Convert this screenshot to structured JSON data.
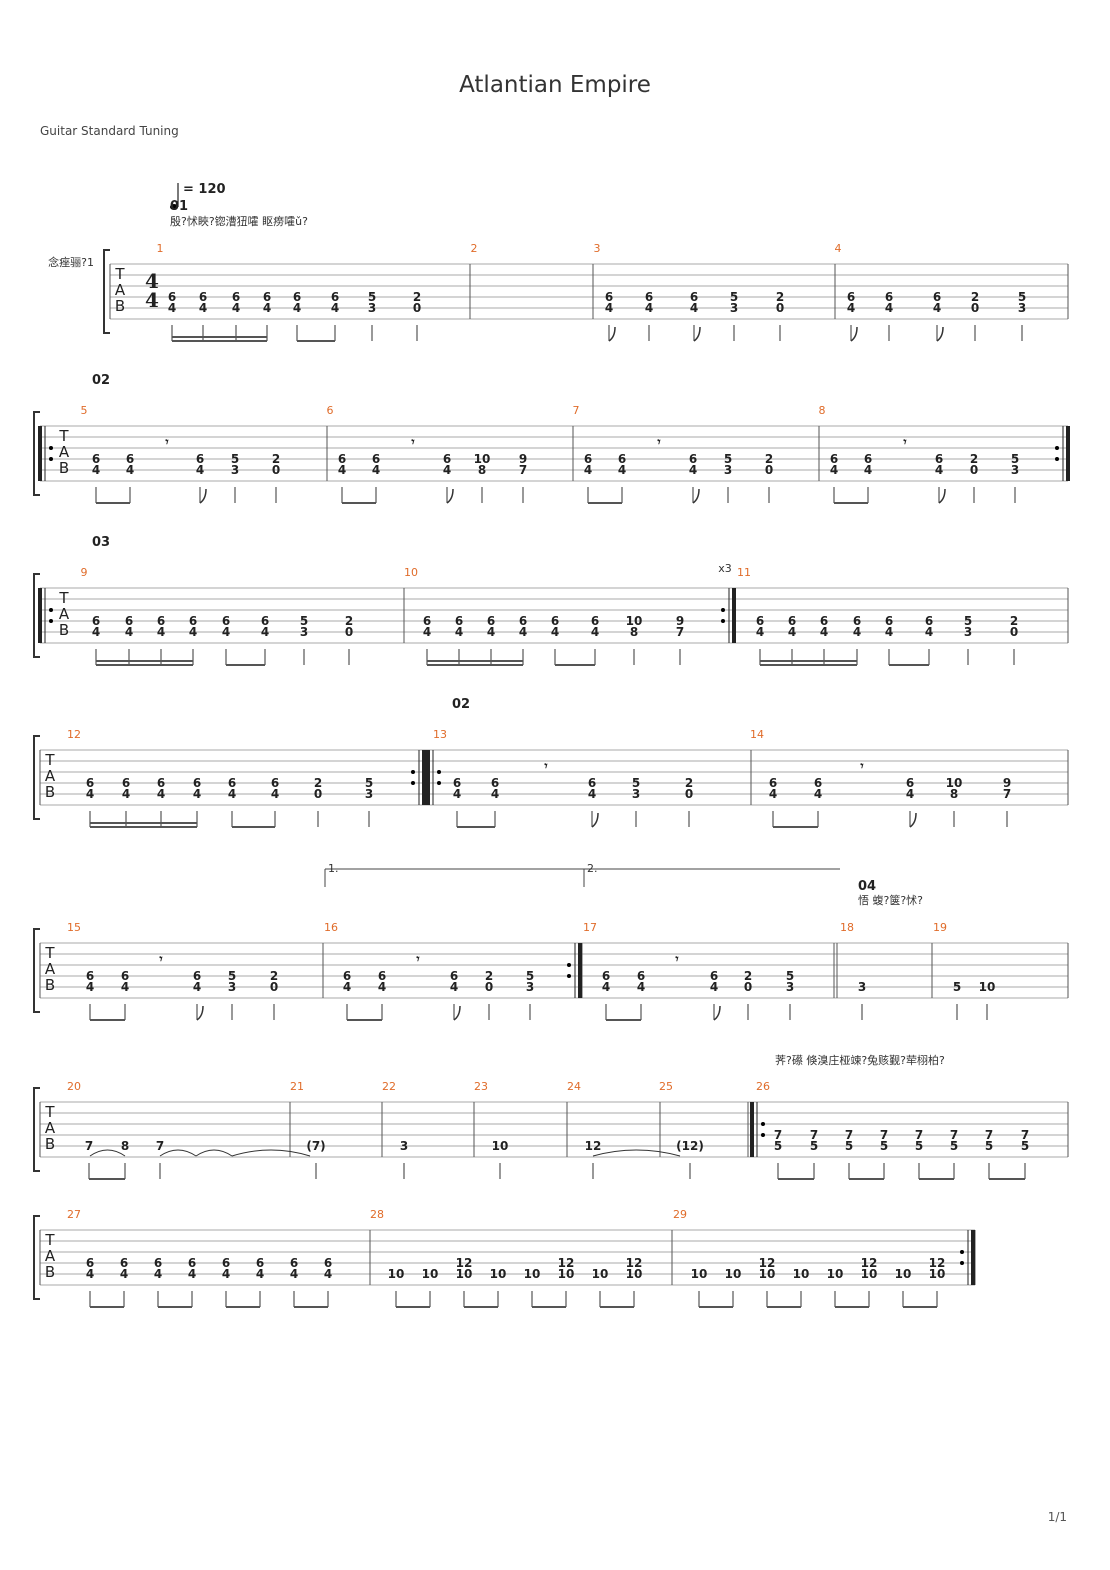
{
  "title": "Atlantian Empire",
  "tuning": "Guitar Standard Tuning",
  "page_number": "1/1",
  "tempo": "= 120",
  "track_label": "念痤骊?1",
  "time_signature": {
    "top": "4",
    "bottom": "4"
  },
  "tab_letters": [
    "T",
    "A",
    "B"
  ],
  "repeat_count": "x3",
  "volta": [
    "1.",
    "2."
  ],
  "rest_glyph": "𝄾",
  "sections": [
    {
      "label": "01",
      "text": "殷?怵䀹?锪漕狃嚯 眍痨嚯ǔ?"
    },
    {
      "label": "02",
      "text": ""
    },
    {
      "label": "03",
      "text": ""
    },
    {
      "label": "02",
      "text": ""
    },
    {
      "label": "04",
      "text": "悟 蝮?箧?怵?"
    },
    {
      "label": "",
      "text": "荠?礤 倏溴庄桠竦?兔赅觐?荦栩柏?"
    }
  ],
  "systems": [
    {
      "bars": [
        {
          "number": "1",
          "notes": [
            [
              "6",
              "4"
            ],
            [
              "6",
              "4"
            ],
            [
              "6",
              "4"
            ],
            [
              "6",
              "4"
            ],
            [
              "6",
              "4"
            ],
            [
              "6",
              "4"
            ],
            [
              "5",
              "3"
            ],
            [
              "2",
              "0"
            ]
          ]
        },
        {
          "number": "2",
          "notes": []
        },
        {
          "number": "3",
          "notes": [
            [
              "6",
              "4"
            ],
            [
              "6",
              "4"
            ],
            [
              "6",
              "4"
            ],
            [
              "5",
              "3"
            ],
            [
              "2",
              "0"
            ]
          ]
        },
        {
          "number": "4",
          "notes": [
            [
              "6",
              "4"
            ],
            [
              "6",
              "4"
            ],
            [
              "6",
              "4"
            ],
            [
              "2",
              "0"
            ],
            [
              "5",
              "3"
            ]
          ]
        }
      ]
    },
    {
      "bars": [
        {
          "number": "5",
          "notes": [
            [
              "6",
              "4"
            ],
            [
              "6",
              "4"
            ],
            [
              "6",
              "4"
            ],
            [
              "5",
              "3"
            ],
            [
              "2",
              "0"
            ]
          ]
        },
        {
          "number": "6",
          "notes": [
            [
              "6",
              "4"
            ],
            [
              "6",
              "4"
            ],
            [
              "6",
              "4"
            ],
            [
              "10",
              "8"
            ],
            [
              "9",
              "7"
            ]
          ]
        },
        {
          "number": "7",
          "notes": [
            [
              "6",
              "4"
            ],
            [
              "6",
              "4"
            ],
            [
              "6",
              "4"
            ],
            [
              "5",
              "3"
            ],
            [
              "2",
              "0"
            ]
          ]
        },
        {
          "number": "8",
          "notes": [
            [
              "6",
              "4"
            ],
            [
              "6",
              "4"
            ],
            [
              "6",
              "4"
            ],
            [
              "2",
              "0"
            ],
            [
              "5",
              "3"
            ]
          ]
        }
      ]
    },
    {
      "bars": [
        {
          "number": "9",
          "notes": [
            [
              "6",
              "4"
            ],
            [
              "6",
              "4"
            ],
            [
              "6",
              "4"
            ],
            [
              "6",
              "4"
            ],
            [
              "6",
              "4"
            ],
            [
              "6",
              "4"
            ],
            [
              "5",
              "3"
            ],
            [
              "2",
              "0"
            ]
          ]
        },
        {
          "number": "10",
          "notes": [
            [
              "6",
              "4"
            ],
            [
              "6",
              "4"
            ],
            [
              "6",
              "4"
            ],
            [
              "6",
              "4"
            ],
            [
              "6",
              "4"
            ],
            [
              "6",
              "4"
            ],
            [
              "10",
              "8"
            ],
            [
              "9",
              "7"
            ]
          ]
        },
        {
          "number": "11",
          "notes": [
            [
              "6",
              "4"
            ],
            [
              "6",
              "4"
            ],
            [
              "6",
              "4"
            ],
            [
              "6",
              "4"
            ],
            [
              "6",
              "4"
            ],
            [
              "6",
              "4"
            ],
            [
              "5",
              "3"
            ],
            [
              "2",
              "0"
            ]
          ]
        }
      ]
    },
    {
      "bars": [
        {
          "number": "12",
          "notes": [
            [
              "6",
              "4"
            ],
            [
              "6",
              "4"
            ],
            [
              "6",
              "4"
            ],
            [
              "6",
              "4"
            ],
            [
              "6",
              "4"
            ],
            [
              "6",
              "4"
            ],
            [
              "2",
              "0"
            ],
            [
              "5",
              "3"
            ]
          ]
        },
        {
          "number": "13",
          "notes": [
            [
              "6",
              "4"
            ],
            [
              "6",
              "4"
            ],
            [
              "6",
              "4"
            ],
            [
              "5",
              "3"
            ],
            [
              "2",
              "0"
            ]
          ]
        },
        {
          "number": "14",
          "notes": [
            [
              "6",
              "4"
            ],
            [
              "6",
              "4"
            ],
            [
              "6",
              "4"
            ],
            [
              "10",
              "8"
            ],
            [
              "9",
              "7"
            ]
          ]
        }
      ]
    },
    {
      "bars": [
        {
          "number": "15",
          "notes": [
            [
              "6",
              "4"
            ],
            [
              "6",
              "4"
            ],
            [
              "6",
              "4"
            ],
            [
              "5",
              "3"
            ],
            [
              "2",
              "0"
            ]
          ]
        },
        {
          "number": "16",
          "notes": [
            [
              "6",
              "4"
            ],
            [
              "6",
              "4"
            ],
            [
              "6",
              "4"
            ],
            [
              "2",
              "0"
            ],
            [
              "5",
              "3"
            ]
          ]
        },
        {
          "number": "17",
          "notes": [
            [
              "6",
              "4"
            ],
            [
              "6",
              "4"
            ],
            [
              "6",
              "4"
            ],
            [
              "2",
              "0"
            ],
            [
              "5",
              "3"
            ]
          ]
        },
        {
          "number": "18",
          "notes": [
            [
              "3"
            ]
          ]
        },
        {
          "number": "19",
          "notes": [
            [
              "5"
            ],
            [
              "10"
            ]
          ]
        }
      ]
    },
    {
      "bars": [
        {
          "number": "20",
          "notes": [
            [
              "7"
            ],
            [
              "8"
            ],
            [
              "7"
            ]
          ]
        },
        {
          "number": "21",
          "notes": [
            [
              "(7)"
            ]
          ]
        },
        {
          "number": "22",
          "notes": [
            [
              "3"
            ]
          ]
        },
        {
          "number": "23",
          "notes": [
            [
              "10"
            ]
          ]
        },
        {
          "number": "24",
          "notes": [
            [
              "12"
            ]
          ]
        },
        {
          "number": "25",
          "notes": [
            [
              "(12)"
            ]
          ]
        },
        {
          "number": "26",
          "notes": [
            [
              "7",
              "5"
            ],
            [
              "7",
              "5"
            ],
            [
              "7",
              "5"
            ],
            [
              "7",
              "5"
            ],
            [
              "7",
              "5"
            ],
            [
              "7",
              "5"
            ],
            [
              "7",
              "5"
            ],
            [
              "7",
              "5"
            ]
          ]
        }
      ]
    },
    {
      "bars": [
        {
          "number": "27",
          "notes": [
            [
              "6",
              "4"
            ],
            [
              "6",
              "4"
            ],
            [
              "6",
              "4"
            ],
            [
              "6",
              "4"
            ],
            [
              "6",
              "4"
            ],
            [
              "6",
              "4"
            ],
            [
              "6",
              "4"
            ],
            [
              "6",
              "4"
            ]
          ]
        },
        {
          "number": "28",
          "notes": [
            [
              "10"
            ],
            [
              "10"
            ],
            [
              "12",
              "10"
            ],
            [
              "10"
            ],
            [
              "10"
            ],
            [
              "12",
              "10"
            ],
            [
              "10"
            ],
            [
              "12",
              "10"
            ]
          ]
        },
        {
          "number": "29",
          "notes": [
            [
              "10"
            ],
            [
              "10"
            ],
            [
              "12",
              "10"
            ],
            [
              "10"
            ],
            [
              "10"
            ],
            [
              "12",
              "10"
            ],
            [
              "10"
            ],
            [
              "12",
              "10"
            ]
          ]
        }
      ]
    }
  ]
}
